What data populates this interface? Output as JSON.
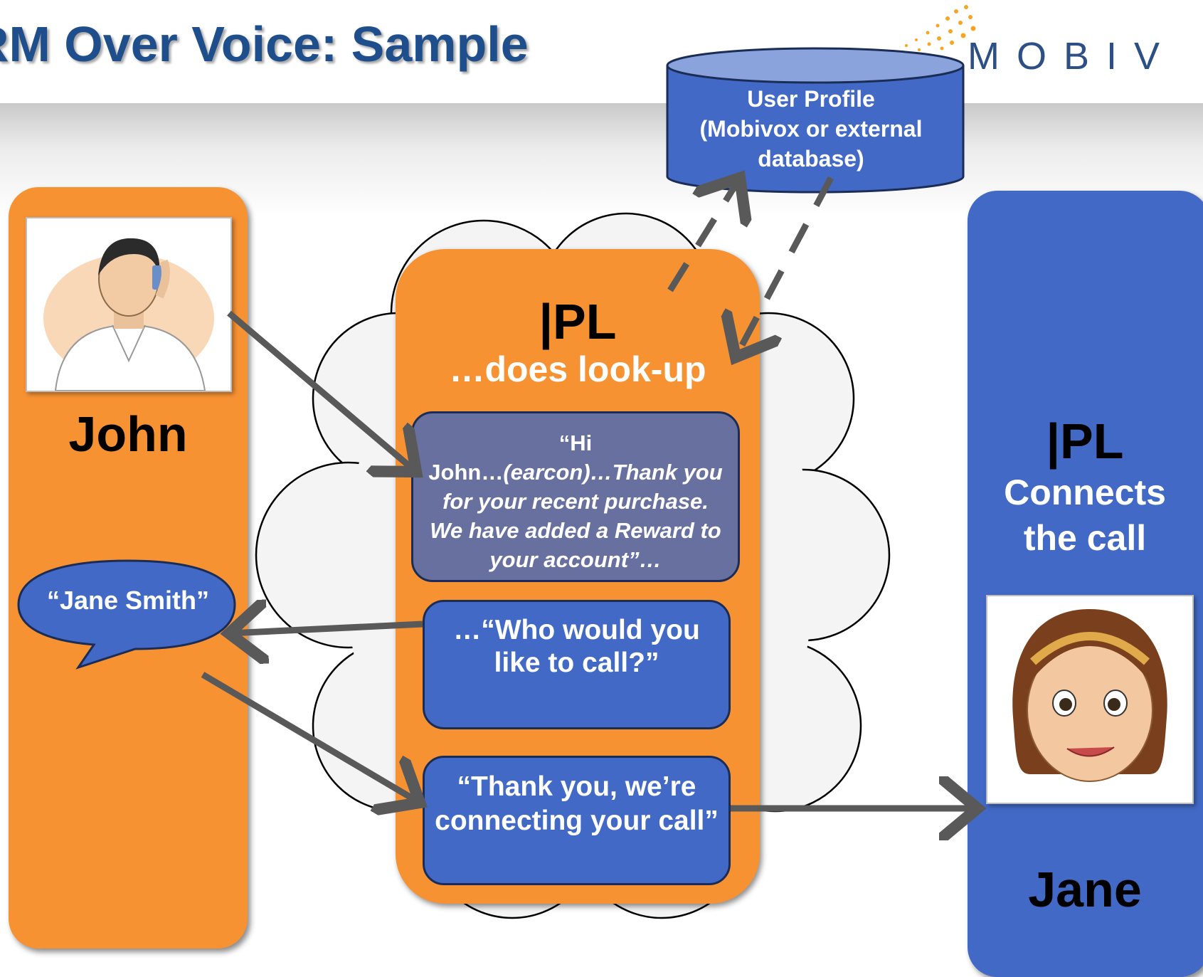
{
  "slide": {
    "title": "RM Over Voice: Sample",
    "logo_text": "MOBIV"
  },
  "database": {
    "label": "User Profile (Mobivox or external database)",
    "line1": "User Profile",
    "line2": "(Mobivox or external",
    "line3": "database)"
  },
  "john_column": {
    "name": "John",
    "speech_bubble": "“Jane Smith”"
  },
  "platform": {
    "name": "|PL",
    "action": "…does look-up",
    "greeting_lead": "“Hi",
    "greeting_name": "John…",
    "greeting_earcon": "(earcon)…Thank you for your recent purchase. We have added a Reward to your account”…",
    "prompt": "…“Who would you like to call?”",
    "confirmation": "“Thank you, we’re connecting your call”"
  },
  "jane_column": {
    "platform_name": "|PL",
    "action": "Connects the call",
    "name": "Jane"
  },
  "colors": {
    "orange": "#f79233",
    "blue": "#4169c5",
    "slate": "#68709f",
    "title_blue": "#1f4e8c",
    "arrow_gray": "#595959"
  }
}
